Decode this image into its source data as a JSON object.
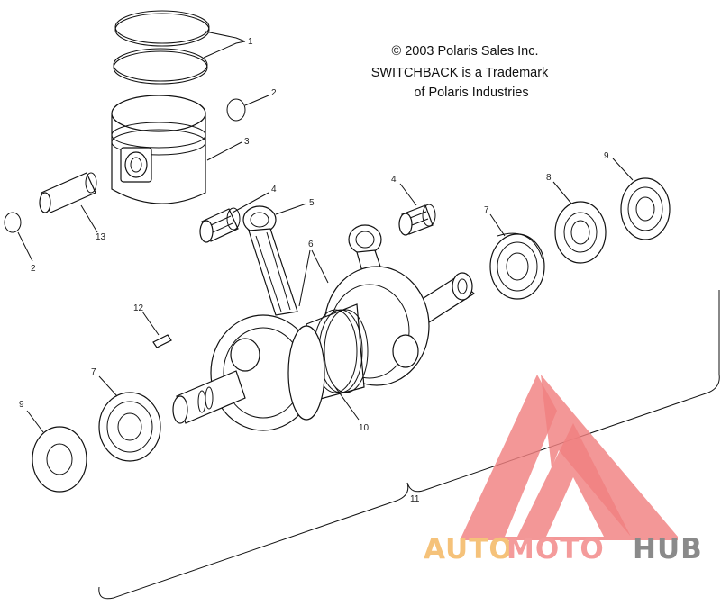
{
  "copyright": {
    "line1": "© 2003 Polaris Sales Inc.",
    "line2": "SWITCHBACK is a Trademark",
    "line3": "of Polaris Industries"
  },
  "callouts": {
    "c1": "1",
    "c2a": "2",
    "c2b": "2",
    "c3": "3",
    "c4a": "4",
    "c4b": "4",
    "c5": "5",
    "c6": "6",
    "c7a": "7",
    "c7b": "7",
    "c8": "8",
    "c9a": "9",
    "c9b": "9",
    "c10": "10",
    "c11": "11",
    "c12": "12",
    "c13": "13"
  },
  "watermark": {
    "part1": "AUTO",
    "part2": "MOTO",
    "part3": "HUB",
    "logo_color": "#f08080",
    "auto_color": "#f5c27a",
    "moto_color": "#f49b9b",
    "hub_color": "#8a8a8a"
  }
}
